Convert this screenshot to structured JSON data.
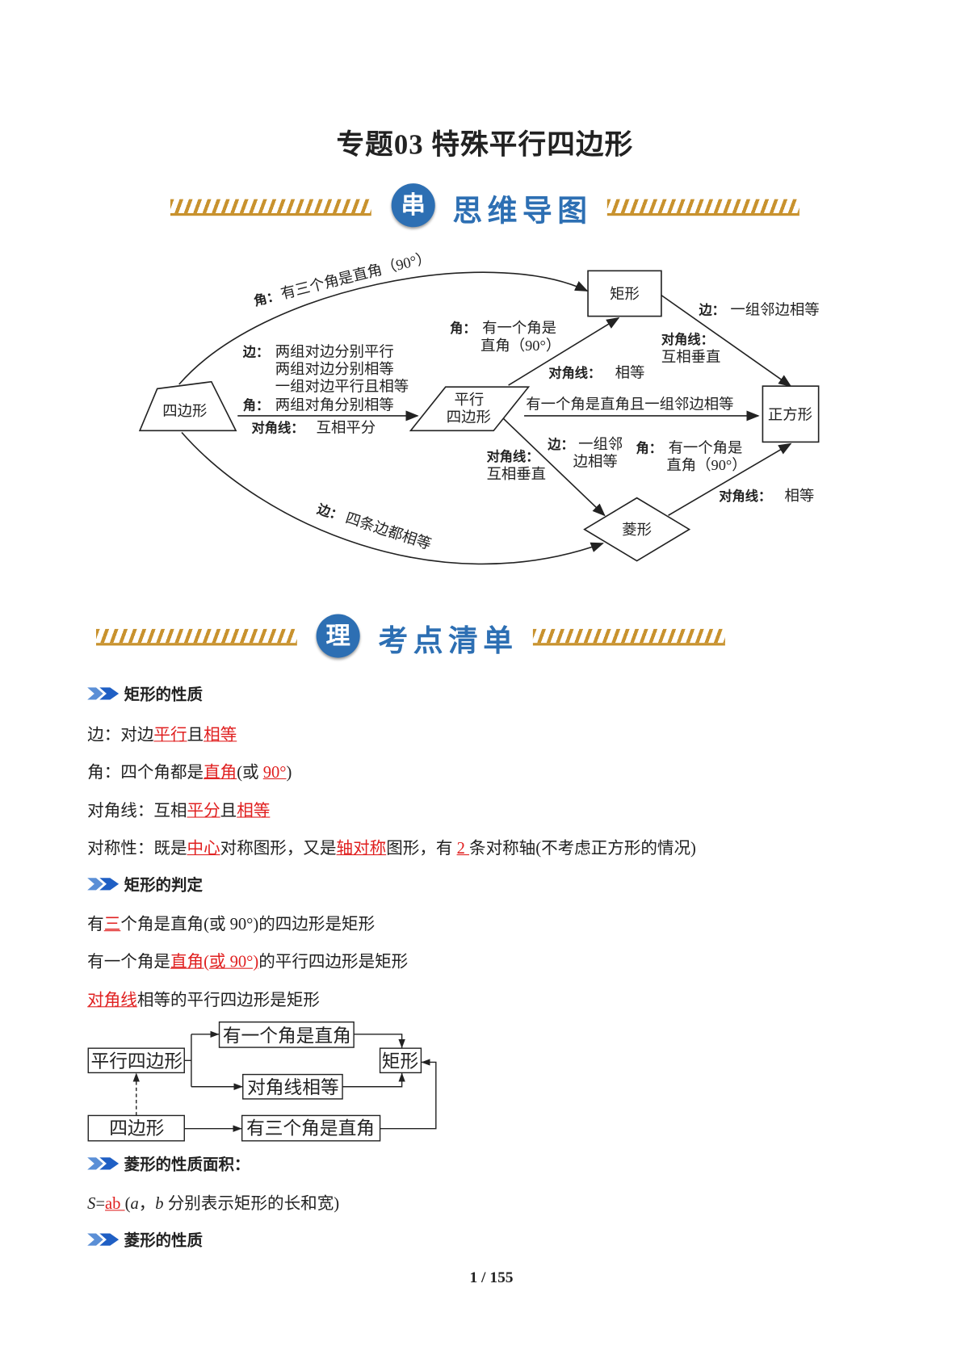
{
  "title": "专题03  特殊平行四边形",
  "banner1": {
    "icon_char": "串",
    "label": "思维导图"
  },
  "banner2": {
    "icon_char": "理",
    "label": "考点清单"
  },
  "mindmap": {
    "nodes": {
      "quad": "四边形",
      "para1": "平行",
      "para2": "四边形",
      "rect": "矩形",
      "square": "正方形",
      "rhombus": "菱形"
    },
    "labels": {
      "top_curve_k": "角：",
      "top_curve_v": "有三个角是直角（90°）",
      "q2p_side_k": "边：",
      "q2p_side_1": "两组对边分别平行",
      "q2p_side_2": "两组对边分别相等",
      "q2p_side_3": "一组对边平行且相等",
      "q2p_angle_k": "角：",
      "q2p_angle_v": "两组对角分别相等",
      "q2p_diag_k": "对角线：",
      "q2p_diag_v": "互相平分",
      "p2r_angle_k": "角：",
      "p2r_angle_1": "有一个角是",
      "p2r_angle_2": "直角（90°）",
      "p2r_diag_k": "对角线：",
      "p2r_diag_v": "相等",
      "r2s_side_k": "边：",
      "r2s_side_v": "一组邻边相等",
      "r2s_diag_k": "对角线：",
      "r2s_diag_v": "互相垂直",
      "p2s": "有一个角是直角且一组邻边相等",
      "p2h_side_k": "边：",
      "p2h_side_1": "一组邻",
      "p2h_side_2": "边相等",
      "p2h_diag_k": "对角线：",
      "p2h_diag_v": "互相垂直",
      "h2s_angle_k": "角：",
      "h2s_angle_1": "有一个角是",
      "h2s_angle_2": "直角（90°）",
      "h2s_diag_k": "对角线：",
      "h2s_diag_v": "相等",
      "bottom_curve_k": "边：",
      "bottom_curve_v": "四条边都相等"
    }
  },
  "sections": [
    {
      "heading": "矩形的性质",
      "lines": [
        [
          {
            "t": "边：对边"
          },
          {
            "t": "平行",
            "hl": true
          },
          {
            "t": "且"
          },
          {
            "t": "相等",
            "hl": true
          }
        ],
        [
          {
            "t": "角：四个角都是"
          },
          {
            "t": "直角",
            "hl": true
          },
          {
            "t": "(或 "
          },
          {
            "t": "90°",
            "hl": true
          },
          {
            "t": ")"
          }
        ],
        [
          {
            "t": "对角线：互相"
          },
          {
            "t": "平分",
            "hl": true
          },
          {
            "t": "且"
          },
          {
            "t": "相等",
            "hl": true
          }
        ],
        [
          {
            "t": "对称性：既是"
          },
          {
            "t": "中心",
            "hl": true
          },
          {
            "t": "对称图形，又是"
          },
          {
            "t": "轴对称",
            "hl": true
          },
          {
            "t": "图形，有 "
          },
          {
            "t": "2 ",
            "hl": true
          },
          {
            "t": "条对称轴(不考虑正方形的情况)"
          }
        ]
      ]
    },
    {
      "heading": "矩形的判定",
      "lines": [
        [
          {
            "t": "有"
          },
          {
            "t": "三",
            "hl": true
          },
          {
            "t": "个角是直角(或 90°)的四边形是矩形"
          }
        ],
        [
          {
            "t": "有一个角是"
          },
          {
            "t": "直角(或 90°)",
            "hl": true
          },
          {
            "t": "的平行四边形是矩形"
          }
        ],
        [
          {
            "t": "对角线",
            "hl": true
          },
          {
            "t": "相等的平行四边形是矩形"
          }
        ]
      ]
    },
    {
      "heading": "菱形的性质面积：",
      "lines": [
        [
          {
            "t": "S",
            "i": true
          },
          {
            "t": "="
          },
          {
            "t": "ab ",
            "hl": true
          },
          {
            "t": "("
          },
          {
            "t": "a",
            "i": true
          },
          {
            "t": "，"
          },
          {
            "t": "b",
            "i": true
          },
          {
            "t": " 分别表示矩形的长和宽)"
          }
        ]
      ]
    },
    {
      "heading": "菱形的性质",
      "lines": []
    }
  ],
  "flowchart": {
    "para": "平行四边形",
    "one_right": "有一个角是直角",
    "rect": "矩形",
    "diag_equal": "对角线相等",
    "quad": "四边形",
    "three_right": "有三个角是直角"
  },
  "page_number": "1 / 155",
  "colors": {
    "accent_blue": "#2d6fb3",
    "highlight_red": "#e02020",
    "stripe_gold": "#c8922e"
  }
}
